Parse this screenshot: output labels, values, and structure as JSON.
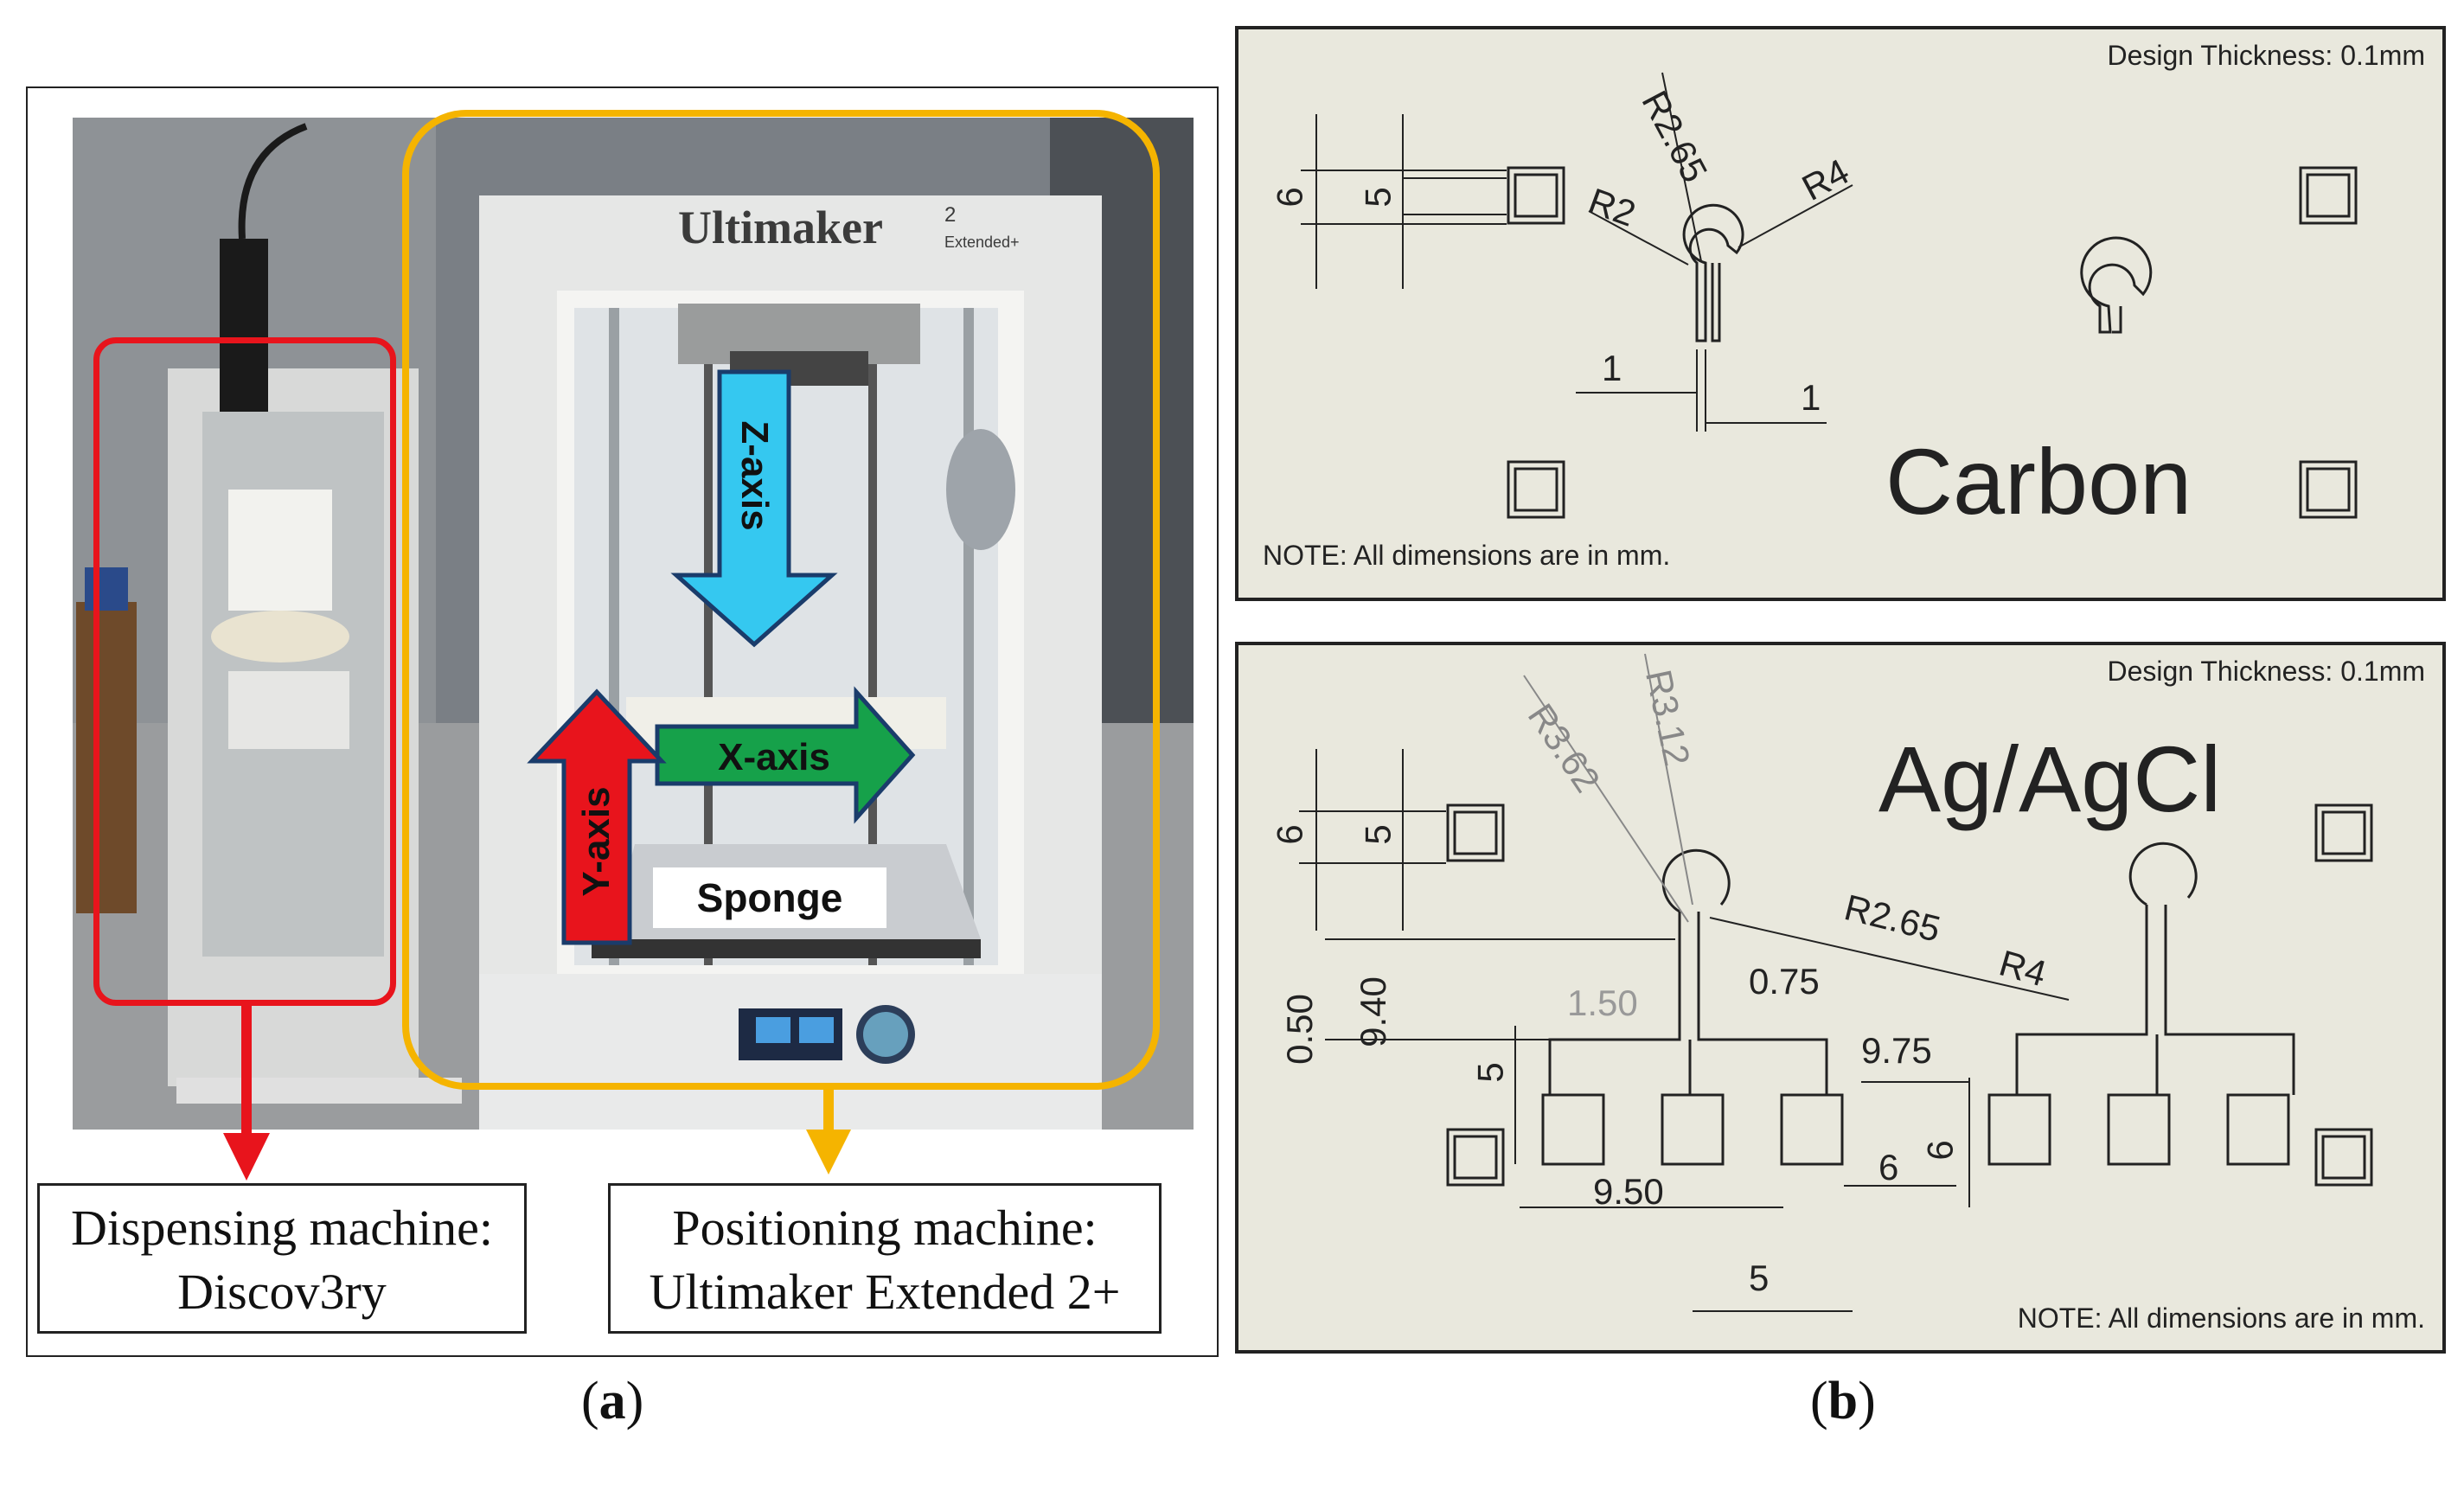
{
  "panel_a": {
    "label_open": "(",
    "label_letter": "a",
    "label_close": ")",
    "printer_brand": "Ultimaker",
    "printer_brand_sup": "2",
    "printer_model_sub": "Extended+",
    "axes": {
      "z": "Z-axis",
      "x": "X-axis",
      "y": "Y-axis"
    },
    "sponge_label": "Sponge",
    "dispensing_caption_line1": "Dispensing machine:",
    "dispensing_caption_line2": "Discov3ry",
    "positioning_caption_line1": "Positioning machine:",
    "positioning_caption_line2": "Ultimaker Extended 2+",
    "colors": {
      "dispensing_outline": "#e8141c",
      "positioning_outline": "#f5b400",
      "z_arrow": "#35c8f0",
      "x_arrow": "#16a14a",
      "y_arrow": "#e8141c"
    }
  },
  "panel_b": {
    "label_open": "(",
    "label_letter": "b",
    "label_close": ")",
    "carbon": {
      "design_thickness": "Design Thickness: 0.1mm",
      "title": "Carbon",
      "note": "NOTE: All dimensions are in mm.",
      "dims": {
        "d6": "6",
        "d5": "5",
        "r265": "R2.65",
        "r2": "R2",
        "r4": "R4",
        "w1a": "1",
        "w1b": "1"
      }
    },
    "agcl": {
      "design_thickness": "Design Thickness: 0.1mm",
      "title": "Ag/AgCl",
      "note": "NOTE: All dimensions are in mm.",
      "dims": {
        "d6": "6",
        "d5": "5",
        "r362": "R3.62",
        "r312": "R3.12",
        "r265": "R2.65",
        "r4": "R4",
        "d940": "9.40",
        "d050": "0.50",
        "d150": "1.50",
        "d075": "0.75",
        "d5b": "5",
        "d975": "9.75",
        "d6b": "6",
        "d6c": "6",
        "d950": "9.50",
        "d5c": "5"
      }
    }
  }
}
